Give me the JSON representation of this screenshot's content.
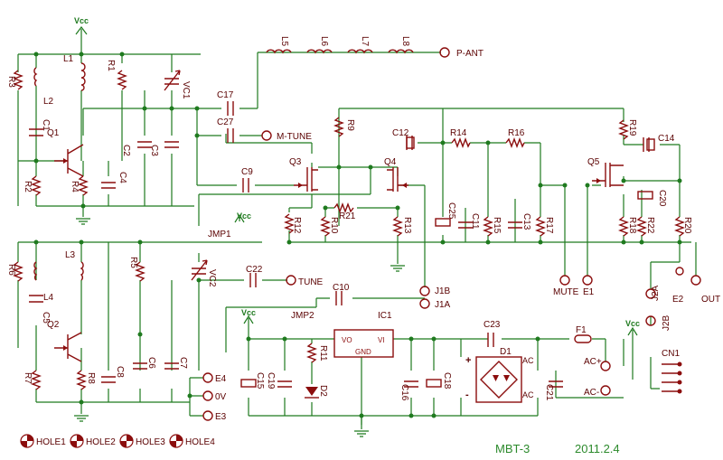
{
  "footer": {
    "model": "MBT-3",
    "date": "2011.2.4"
  },
  "supply": {
    "vcc": "Vcc"
  },
  "nets": {
    "p_ant": "P-ANT",
    "m_tune": "M-TUNE",
    "tune": "TUNE",
    "j1a": "J1A",
    "j1b": "J1B",
    "mute": "MUTE",
    "e1": "E1",
    "e2": "E2",
    "e3": "E3",
    "e4": "E4",
    "ov": "0V",
    "out": "OUT",
    "acp": "AC+",
    "acm": "AC-",
    "j2a": "J2A",
    "j2b": "J2B",
    "cn1": "CN1",
    "jmp1": "JMP1",
    "jmp2": "JMP2"
  },
  "components": {
    "r1": "R1",
    "r2": "R2",
    "r3": "R3",
    "r4": "R4",
    "r5": "R5",
    "r6": "R6",
    "r7": "R7",
    "r8": "R8",
    "r9": "R9",
    "r10": "R10",
    "r11": "R11",
    "r12": "R12",
    "r13": "R13",
    "r14": "R14",
    "r15": "R15",
    "r16": "R16",
    "r17": "R17",
    "r18": "R18",
    "r19": "R19",
    "r20": "R20",
    "r21": "R21",
    "r22": "R22",
    "c1": "C1",
    "c2": "C2",
    "c3": "C3",
    "c4": "C4",
    "c5": "C5",
    "c6": "C6",
    "c7": "C7",
    "c8": "C8",
    "c9": "C9",
    "c10": "C10",
    "c11": "C11",
    "c12": "C12",
    "c13": "C13",
    "c14": "C14",
    "c15": "C15",
    "c16": "C16",
    "c17": "C17",
    "c18": "C18",
    "c19": "C19",
    "c20": "C20",
    "c21": "C21",
    "c22": "C22",
    "c23": "C23",
    "c25": "C25",
    "c27": "C27",
    "l1": "L1",
    "l2": "L2",
    "l3": "L3",
    "l4": "L4",
    "l5": "L5",
    "l6": "L6",
    "l7": "L7",
    "l8": "L8",
    "q1": "Q1",
    "q2": "Q2",
    "q3": "Q3",
    "q4": "Q4",
    "q5": "Q5",
    "vc1": "VC1",
    "vc2": "VC2",
    "ic1": "IC1",
    "d1": "D1",
    "d2": "D2",
    "f1": "F1"
  },
  "ic1_pins": {
    "vo": "VO",
    "vi": "VI",
    "gnd": "GND"
  },
  "bridge_pins": {
    "ac_top": "AC",
    "ac_bot": "AC",
    "plus": "+",
    "minus": "-"
  },
  "holes": [
    "HOLE1",
    "HOLE2",
    "HOLE3",
    "HOLE4"
  ],
  "colors": {
    "wire": "#1f7a1f",
    "part": "#8b0d0d",
    "label": "#5a0000",
    "footer": "#2c8a2c"
  }
}
